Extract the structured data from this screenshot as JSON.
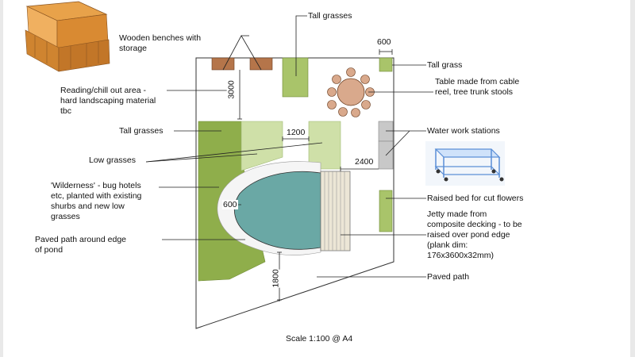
{
  "labels": {
    "tall_grasses_top": "Tall grasses",
    "wooden_benches": "Wooden benches with\nstorage",
    "reading_area": "Reading/chill out area -\nhard landscaping material\ntbc",
    "tall_grasses_left": "Tall grasses",
    "low_grasses": "Low grasses",
    "wilderness": "'Wilderness' - bug hotels\netc, planted with existing\nshurbs and new low\ngrasses",
    "paved_path_edge": "Paved path around edge\nof pond",
    "tall_grass": "Tall grass",
    "table": "Table made from cable\nreel, tree trunk stools",
    "water_work": "Water work stations",
    "raised_bed": "Raised bed for cut flowers",
    "jetty": "Jetty made from\ncomposite decking - to be\nraised over pond edge\n(plank dim:\n176x3600x32mm)",
    "paved_path": "Paved path",
    "scale": "Scale 1:100 @ A4"
  },
  "dimensions": {
    "d600_top": "600",
    "d3000": "3000",
    "d1200": "1200",
    "d2400": "2400",
    "d600_left": "600",
    "d1800": "1800"
  },
  "colors": {
    "dark_green": "#8fae4b",
    "light_green": "#cfe0a8",
    "mid_green": "#a9c46a",
    "pond": "#6aa8a5",
    "bench": "#b5754a",
    "table": "#d9a98c",
    "grey": "#c8c8c8",
    "decking": "#ece6d6",
    "outline": "#333333",
    "bench_photo": "#d98a32",
    "trolley": "#5b8fd6"
  }
}
